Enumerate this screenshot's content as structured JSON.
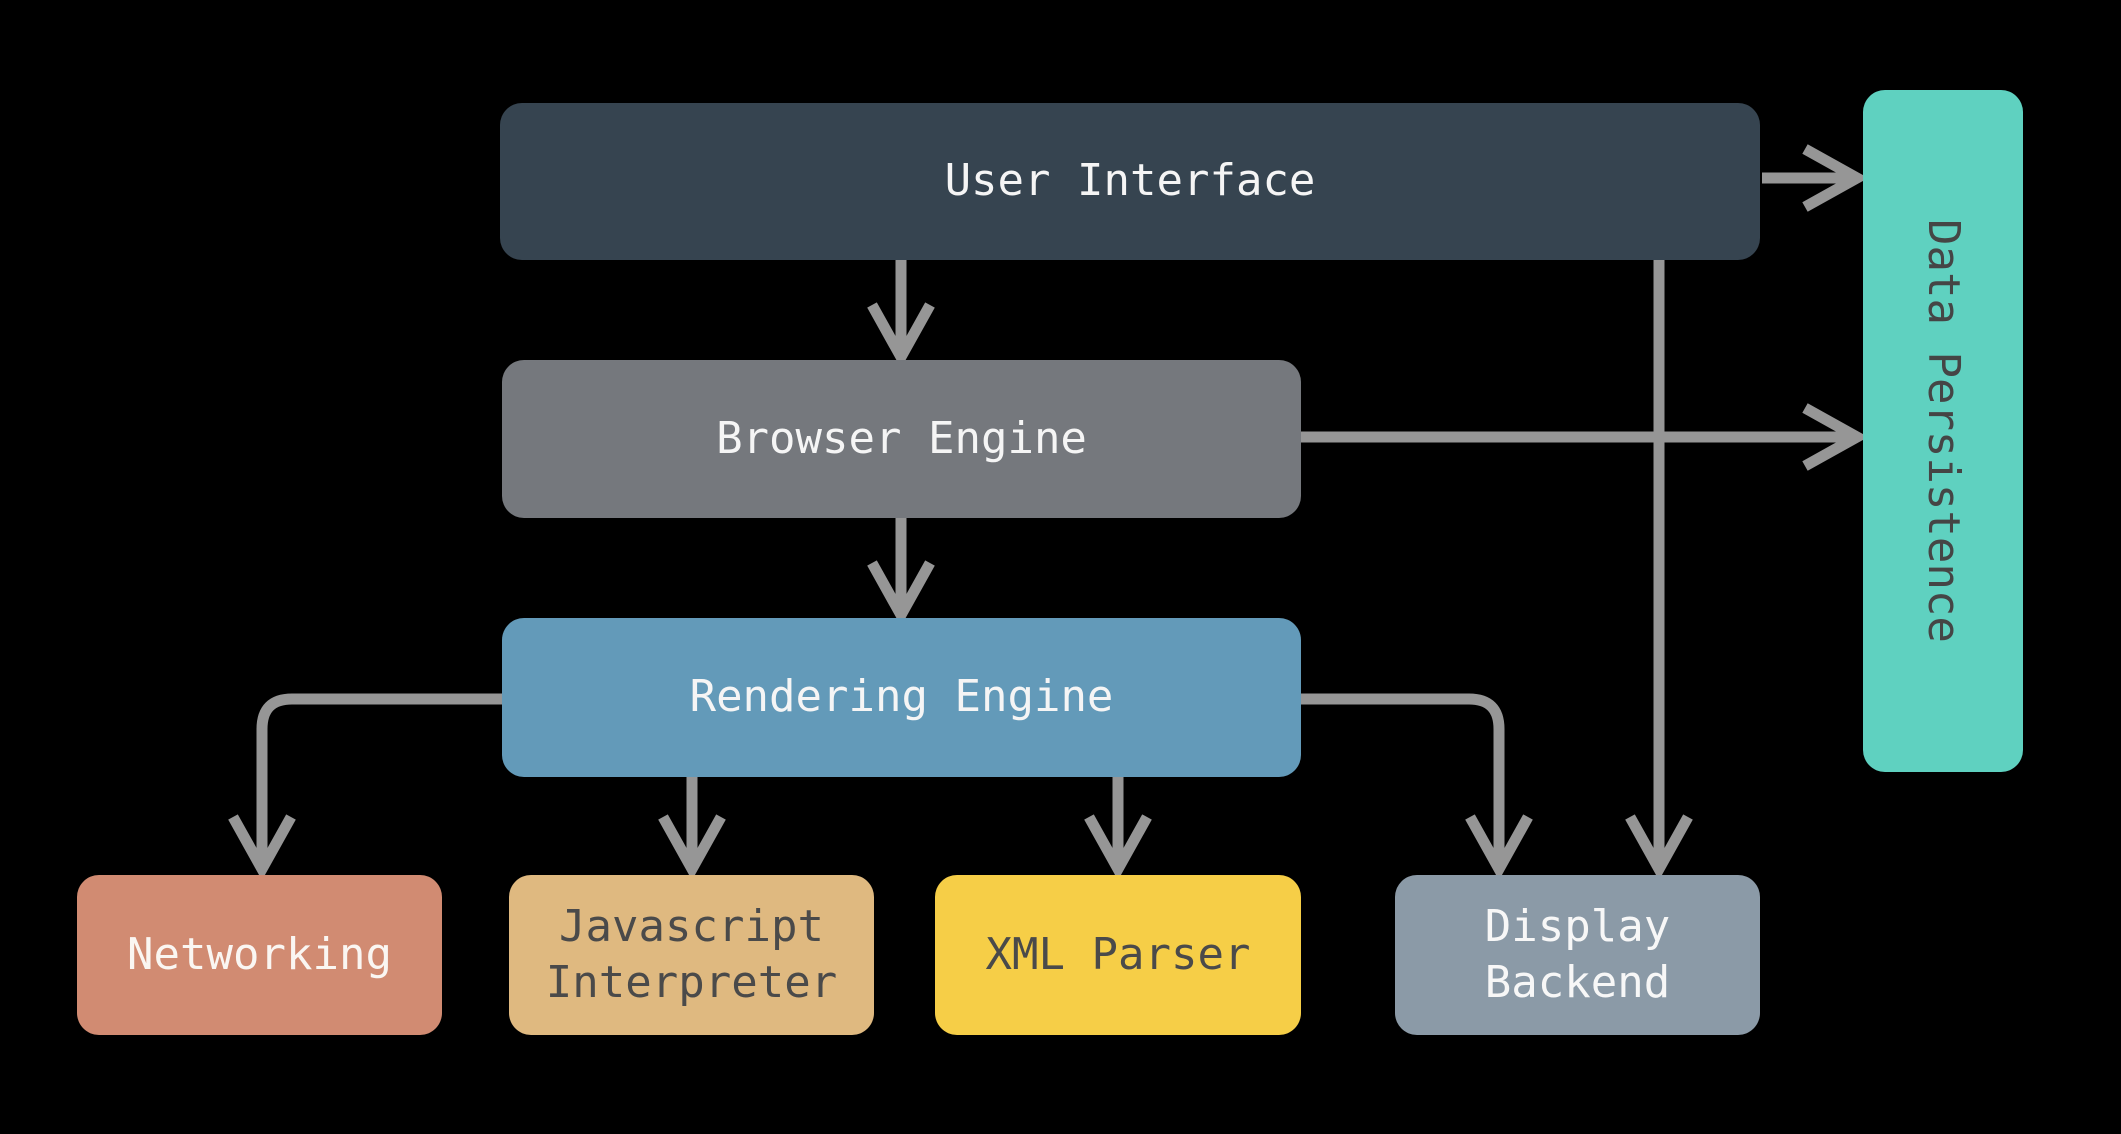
{
  "diagram": {
    "background_color": "#000000",
    "arrow_color": "#969696",
    "nodes": [
      {
        "id": "user-interface",
        "label": "User Interface",
        "fill": "#364450",
        "text_color": "#f5f5f5"
      },
      {
        "id": "browser-engine",
        "label": "Browser Engine",
        "fill": "#75787d",
        "text_color": "#f5f5f5"
      },
      {
        "id": "rendering-engine",
        "label": "Rendering Engine",
        "fill": "#639ab9",
        "text_color": "#f5f5f5"
      },
      {
        "id": "networking",
        "label": "Networking",
        "fill": "#d18b72",
        "text_color": "#faf6f2"
      },
      {
        "id": "javascript-interpreter",
        "label": "Javascript Interpreter",
        "fill": "#dfb980",
        "text_color": "#4a4a4a"
      },
      {
        "id": "xml-parser",
        "label": "XML Parser",
        "fill": "#f6ce47",
        "text_color": "#4a4a4a"
      },
      {
        "id": "display-backend",
        "label": "Display Backend",
        "fill": "#8b9aa7",
        "text_color": "#f7f7f7"
      },
      {
        "id": "data-persistence",
        "label": "Data Persistence",
        "fill": "#5fd1c0",
        "text_color": "#454545",
        "orientation": "vertical"
      }
    ],
    "edges": [
      {
        "from": "user-interface",
        "to": "browser-engine"
      },
      {
        "from": "browser-engine",
        "to": "rendering-engine"
      },
      {
        "from": "rendering-engine",
        "to": "networking"
      },
      {
        "from": "rendering-engine",
        "to": "javascript-interpreter"
      },
      {
        "from": "rendering-engine",
        "to": "xml-parser"
      },
      {
        "from": "rendering-engine",
        "to": "display-backend"
      },
      {
        "from": "user-interface",
        "to": "display-backend"
      },
      {
        "from": "user-interface",
        "to": "data-persistence"
      },
      {
        "from": "browser-engine",
        "to": "data-persistence"
      }
    ]
  }
}
